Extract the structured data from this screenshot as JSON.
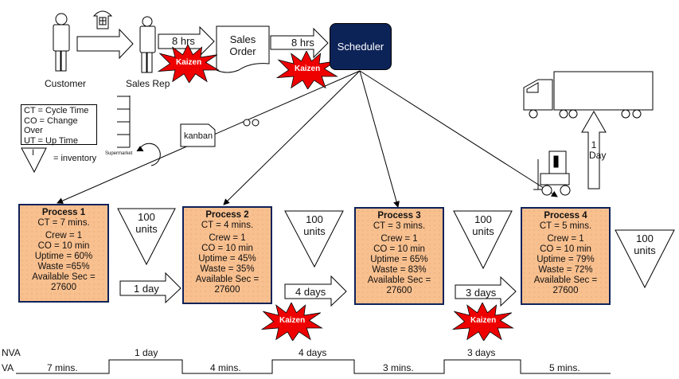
{
  "actors": {
    "customer": "Customer",
    "sales_rep": "Sales Rep"
  },
  "info_flow": {
    "arrow1": "8 hrs",
    "arrow2": "8 hrs",
    "sales_order": [
      "Sales",
      "Order"
    ],
    "scheduler": "Scheduler",
    "kanban": "kanban",
    "supermarket": "Supermarket"
  },
  "kaizen_label": "Kaizen",
  "legend": {
    "lines": [
      "CT = Cycle Time",
      "CO = Change Over",
      "UT = Up Time"
    ],
    "inventory_symbol": "I",
    "inventory_label": "= inventory"
  },
  "shipping": {
    "arrow_label": "1 Day"
  },
  "processes": [
    {
      "title": "Process 1",
      "ct": "CT = 7 mins.",
      "crew": "Crew = 1",
      "co": "CO = 10 min",
      "uptime": "Uptime = 60%",
      "waste": "Waste =65%",
      "avail": "Available Sec =",
      "avail_val": "27600"
    },
    {
      "title": "Process 2",
      "ct": "CT = 4 mins.",
      "crew": "Crew = 1",
      "co": "CO = 10 min",
      "uptime": "Uptime = 45%",
      "waste": "Waste = 35%",
      "avail": "Available Sec =",
      "avail_val": "27600"
    },
    {
      "title": "Process 3",
      "ct": "CT = 3 mins.",
      "crew": "Crew = 1",
      "co": "CO = 10 min",
      "uptime": "Uptime = 65%",
      "waste": "Waste = 83%",
      "avail": "Available Sec =",
      "avail_val": "27600"
    },
    {
      "title": "Process 4",
      "ct": "CT = 5 mins.",
      "crew": "Crew = 1",
      "co": "CO = 10 min",
      "uptime": "Uptime = 79%",
      "waste": "Waste = 72%",
      "avail": "Available Sec =",
      "avail_val": "27600"
    }
  ],
  "inventory": [
    {
      "qty": "100",
      "unit": "units"
    },
    {
      "qty": "100",
      "unit": "units"
    },
    {
      "qty": "100",
      "unit": "units"
    },
    {
      "qty": "100",
      "unit": "units"
    }
  ],
  "push_arrows": [
    "1 day",
    "4 days",
    "3 days"
  ],
  "timeline": {
    "nva_label": "NVA",
    "va_label": "VA",
    "va": [
      "7 mins.",
      "4 mins.",
      "3 mins.",
      "5 mins."
    ],
    "nva": [
      "1 day",
      "4 days",
      "3 days"
    ]
  },
  "colors": {
    "process_fill": "#f9c08f",
    "process_border": "#0d2259",
    "scheduler": "#0c2358",
    "kaizen": "#ee0000"
  }
}
